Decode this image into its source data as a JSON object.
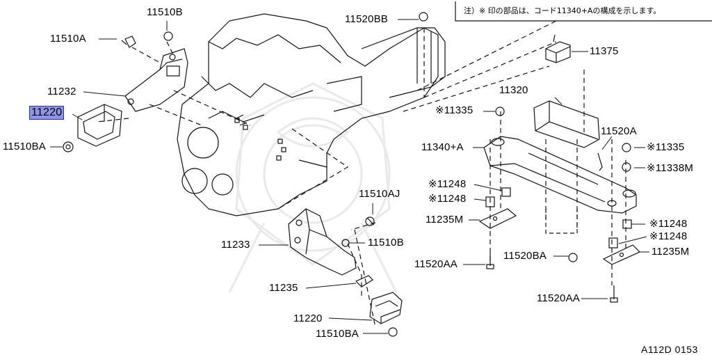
{
  "note": "注）※ 印の部品は、コード11340+Aの構成を示します。",
  "diagram_code": "A112D 0153",
  "labels": {
    "p11510b_top": "11510B",
    "p11510a": "11510A",
    "p11232": "11232",
    "p11220_top": "11220",
    "p11510ba_left": "11510BA",
    "p11520bb": "11520BB",
    "p11375": "11375",
    "p11320": "11320",
    "p11335_a": "※11335",
    "p11340a": "11340+A",
    "p11520a": "11520A",
    "p11335_b": "※11335",
    "p11338m": "※11338M",
    "p11248_a": "※11248",
    "p11248_b": "※11248",
    "p11235m_left": "11235M",
    "p11510aj": "11510AJ",
    "p11233": "11233",
    "p11510b_mid": "11510B",
    "p11248_c": "※11248",
    "p11248_d": "※11248",
    "p11235m_right": "11235M",
    "p11520aa_left": "11520AA",
    "p11520ba": "11520BA",
    "p11235": "11235",
    "p11520aa_right": "11520AA",
    "p11220_bottom": "11220",
    "p11510ba_bottom": "11510BA"
  }
}
